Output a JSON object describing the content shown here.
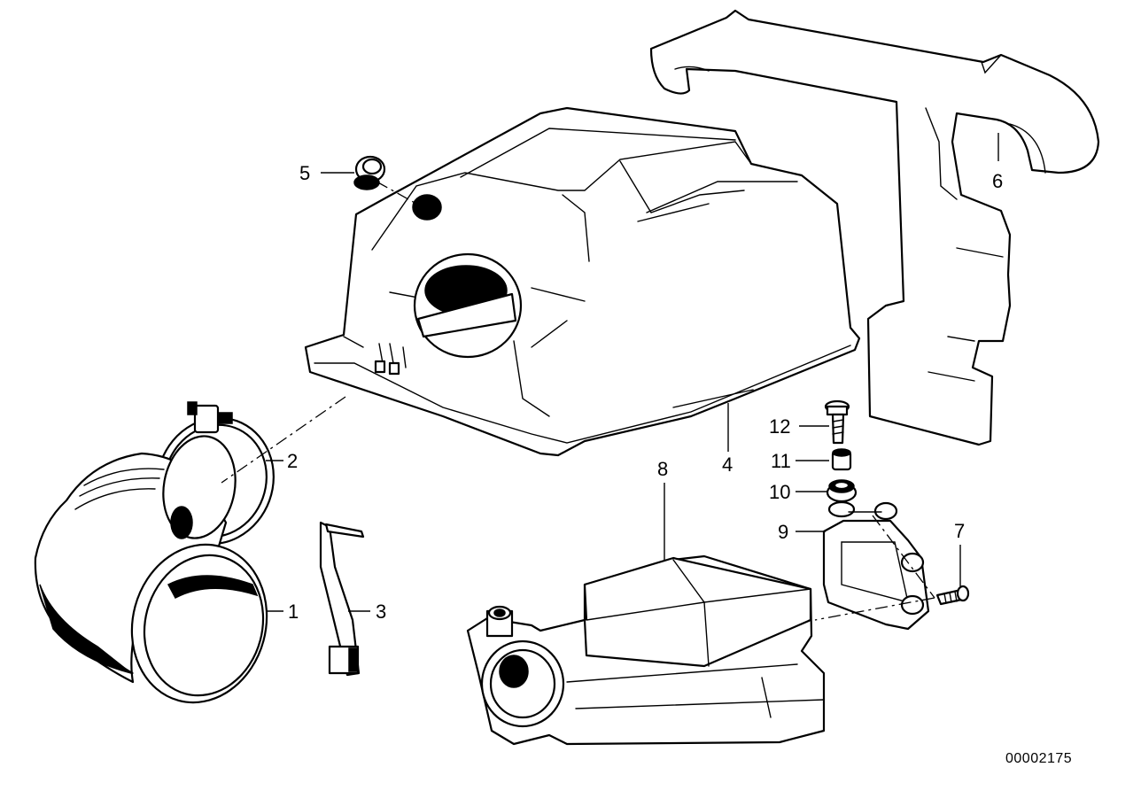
{
  "callouts": {
    "c1": "1",
    "c2": "2",
    "c3": "3",
    "c4": "4",
    "c5": "5",
    "c6": "6",
    "c7": "7",
    "c8": "8",
    "c9": "9",
    "c10": "10",
    "c11": "11",
    "c12": "12"
  },
  "reference_code": "00002175"
}
